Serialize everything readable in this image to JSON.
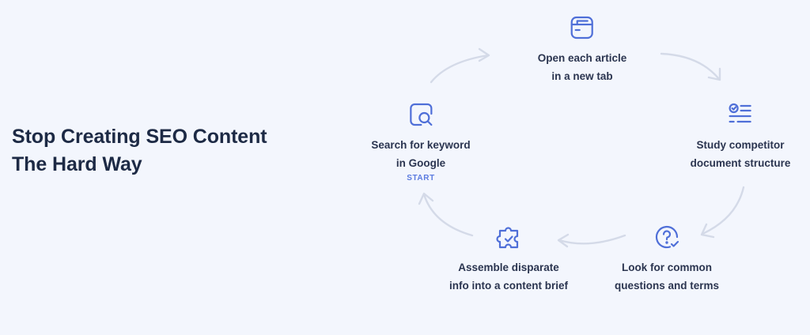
{
  "headline": {
    "line1": "Stop Creating SEO Content",
    "line2": "The Hard Way"
  },
  "colors": {
    "background": "#f3f6fd",
    "icon": "#4f6fd8",
    "arrow": "#d4dae8",
    "headline": "#1d2a45",
    "start_accent": "#5b7be0"
  },
  "steps": [
    {
      "icon": "browser-tab-icon",
      "line1": "Open each article",
      "line2": "in a new tab"
    },
    {
      "icon": "checklist-icon",
      "line1": "Study competitor",
      "line2": "document structure"
    },
    {
      "icon": "question-check-icon",
      "line1": "Look for common",
      "line2": "questions and terms"
    },
    {
      "icon": "puzzle-check-icon",
      "line1": "Assemble disparate",
      "line2": "info into a content brief"
    },
    {
      "icon": "search-window-icon",
      "line1": "Search for keyword",
      "line2": "in Google",
      "badge": "START"
    }
  ]
}
